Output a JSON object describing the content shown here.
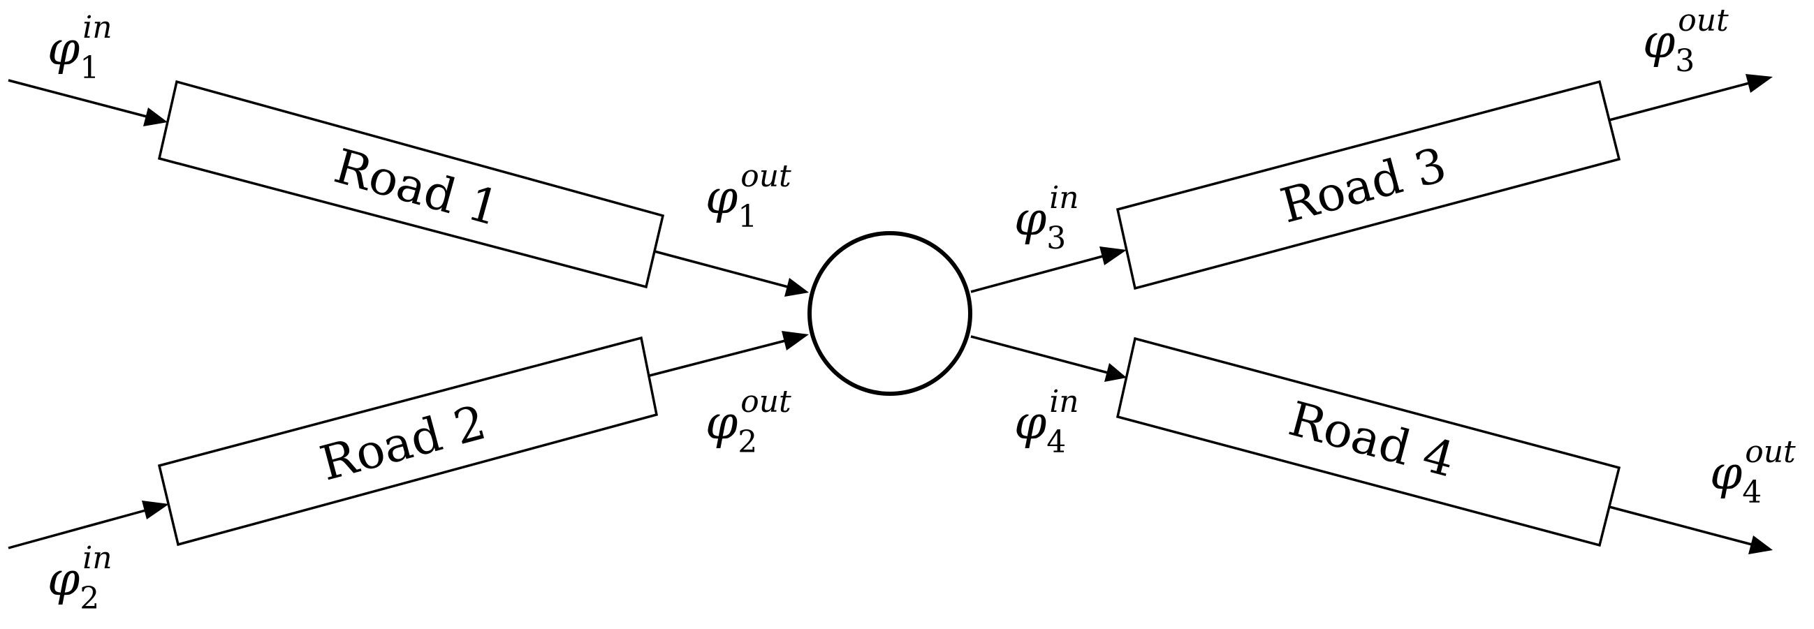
{
  "colors": {
    "stroke": "#000000",
    "background": "#ffffff"
  },
  "roads": [
    {
      "id": "road-1",
      "label": "Road 1"
    },
    {
      "id": "road-2",
      "label": "Road 2"
    },
    {
      "id": "road-3",
      "label": "Road 3"
    },
    {
      "id": "road-4",
      "label": "Road 4"
    }
  ],
  "fluxes": [
    {
      "id": "phi-1-in",
      "symbol": "φ",
      "index": "1",
      "direction": "in"
    },
    {
      "id": "phi-1-out",
      "symbol": "φ",
      "index": "1",
      "direction": "out"
    },
    {
      "id": "phi-2-in",
      "symbol": "φ",
      "index": "2",
      "direction": "in"
    },
    {
      "id": "phi-2-out",
      "symbol": "φ",
      "index": "2",
      "direction": "out"
    },
    {
      "id": "phi-3-in",
      "symbol": "φ",
      "index": "3",
      "direction": "in"
    },
    {
      "id": "phi-3-out",
      "symbol": "φ",
      "index": "3",
      "direction": "out"
    },
    {
      "id": "phi-4-in",
      "symbol": "φ",
      "index": "4",
      "direction": "in"
    },
    {
      "id": "phi-4-out",
      "symbol": "φ",
      "index": "4",
      "direction": "out"
    }
  ]
}
